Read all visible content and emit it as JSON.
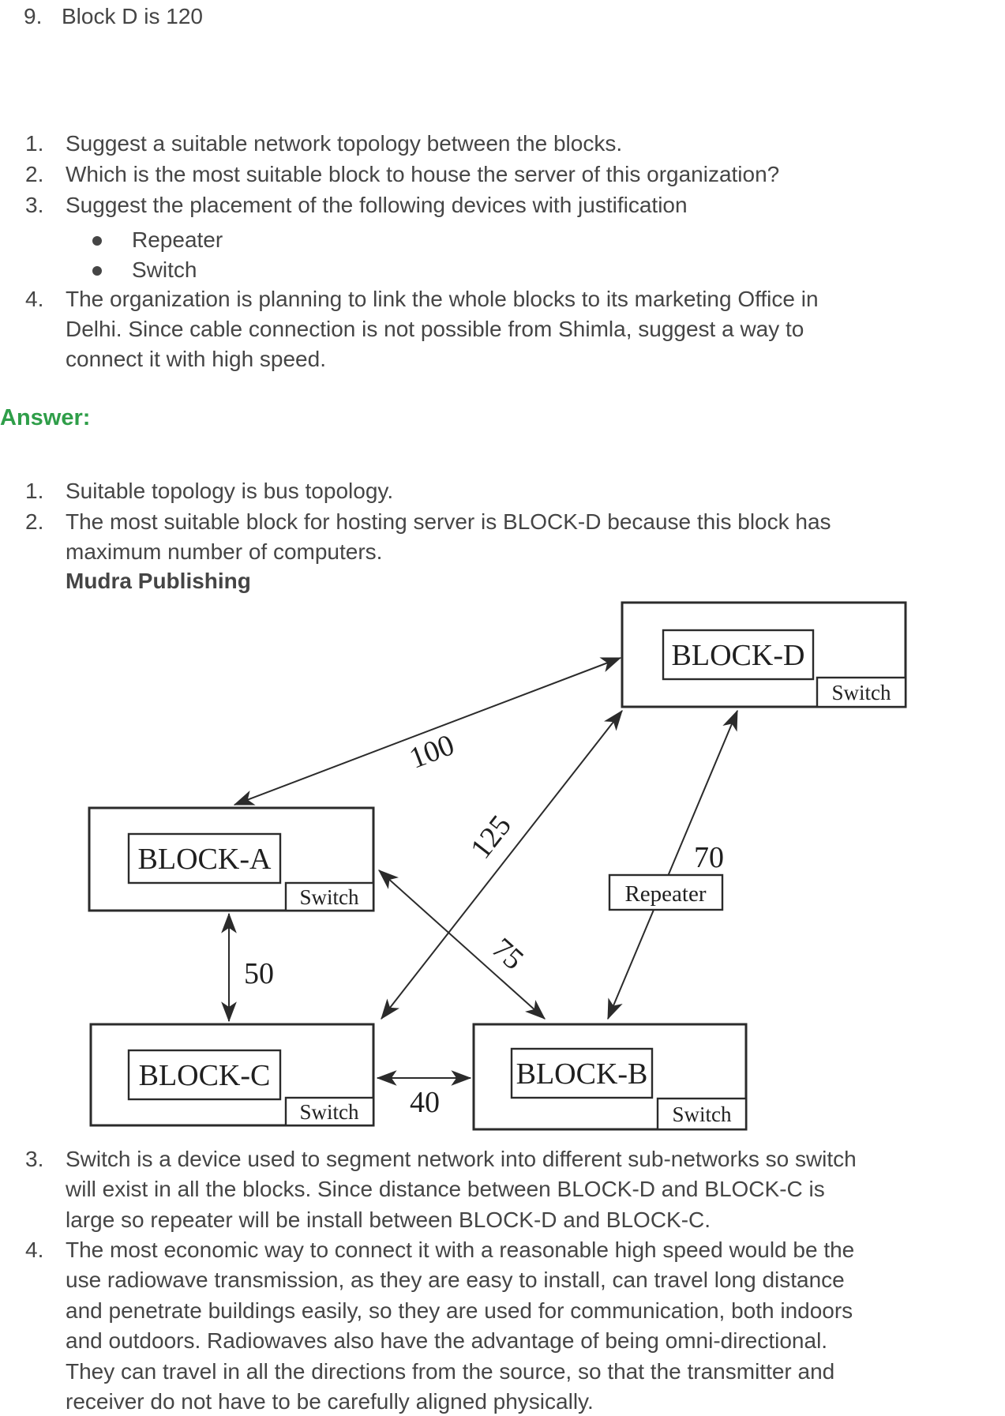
{
  "page": {
    "background": "#ffffff",
    "text_color": "#454545",
    "accent_green": "#2f9e49"
  },
  "intro_item": {
    "number": "9.",
    "text": "Block D is 120"
  },
  "questions": [
    {
      "number": "1.",
      "lines": [
        "Suggest a suitable network topology between the blocks."
      ]
    },
    {
      "number": "2.",
      "lines": [
        "Which is the most suitable block to house the server of this organization?"
      ]
    },
    {
      "number": "3.",
      "lines": [
        "Suggest the placement of the following devices with justification"
      ],
      "bullets": [
        "Repeater",
        "Switch"
      ]
    },
    {
      "number": "4.",
      "lines": [
        "The organization is planning to link the whole blocks to its marketing Office in",
        "Delhi. Since cable connection is not possible from Shimla, suggest a way to",
        "connect it with high speed."
      ]
    }
  ],
  "answer_heading": "Answer:",
  "answers": [
    {
      "number": "1.",
      "lines": [
        "Suitable topology is bus topology."
      ]
    },
    {
      "number": "2.",
      "lines": [
        "The most suitable block for hosting server is BLOCK-D because this block has",
        "maximum number of computers."
      ],
      "publisher_note": "Mudra Publishing"
    },
    {
      "number": "3.",
      "lines": [
        "Switch is a device used to segment network into different sub-networks so switch",
        "will exist in all the blocks. Since distance between BLOCK-D and BLOCK-C is",
        "large so repeater will be install between BLOCK-D and BLOCK-C."
      ]
    },
    {
      "number": "4.",
      "lines": [
        "The most economic way to connect it with a reasonable high speed would be the",
        "use radiowave transmission, as they are easy to install, can travel long distance",
        "and penetrate buildings easily, so they are used for communication, both indoors",
        "and outdoors. Radiowaves also have the advantage of being omni-directional.",
        "They can travel in all the directions from the source, so that the transmitter and",
        "receiver do not have to be carefully aligned physically."
      ]
    }
  ],
  "diagram": {
    "blocks": [
      {
        "label": "BLOCK-D",
        "switch_label": "Switch"
      },
      {
        "label": "BLOCK-A",
        "switch_label": "Switch"
      },
      {
        "label": "BLOCK-C",
        "switch_label": "Switch"
      },
      {
        "label": "BLOCK-B",
        "switch_label": "Switch"
      }
    ],
    "repeater_label": "Repeater",
    "distances": {
      "a_d": "100",
      "a_c": "50",
      "c_b": "40",
      "a_b": "75",
      "c_d": "125",
      "b_d": "70"
    }
  }
}
